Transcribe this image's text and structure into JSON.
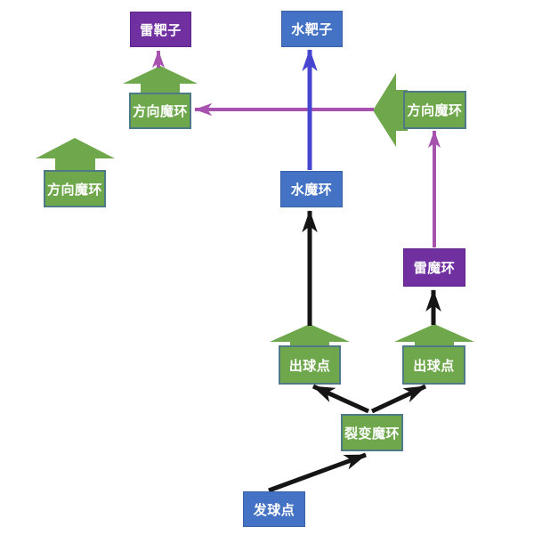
{
  "colors": {
    "canvas-bg": "#ffffff",
    "node-green": "#6fa84c",
    "node-green-border": "#4d7a86",
    "node-blue": "#4472c4",
    "node-blue-border": "#3a61a5",
    "node-purple": "#7030a0",
    "node-purple-border": "#5e2590",
    "arrow-purple": "#a852b0",
    "arrow-blue": "#4545d0",
    "arrow-black": "#151515",
    "label-text": "#ffffff"
  },
  "nodes": {
    "thunder_target": {
      "label": "雷靶子",
      "shape": "rect",
      "color": "purple"
    },
    "water_target": {
      "label": "水靶子",
      "shape": "rect",
      "color": "blue"
    },
    "direction_ring_top_left": {
      "label": "方向魔环",
      "shape": "rect-with-up-arrow",
      "color": "green"
    },
    "direction_ring_right": {
      "label": "方向魔环",
      "shape": "rect-with-left-arrow",
      "color": "green"
    },
    "direction_ring_standalone": {
      "label": "方向魔环",
      "shape": "rect-with-up-arrow",
      "color": "green"
    },
    "water_ring": {
      "label": "水魔环",
      "shape": "rect",
      "color": "blue"
    },
    "thunder_ring": {
      "label": "雷魔环",
      "shape": "rect",
      "color": "purple"
    },
    "exit_point_left": {
      "label": "出球点",
      "shape": "rect-with-up-arrow",
      "color": "green"
    },
    "exit_point_right": {
      "label": "出球点",
      "shape": "rect-with-up-arrow",
      "color": "green"
    },
    "fission_ring": {
      "label": "裂变魔环",
      "shape": "rect",
      "color": "green"
    },
    "serve_point": {
      "label": "发球点",
      "shape": "rect",
      "color": "blue"
    }
  },
  "edges": [
    {
      "from": "direction_ring_top_left",
      "to": "thunder_target",
      "color": "purple"
    },
    {
      "from": "direction_ring_right",
      "to": "direction_ring_top_left",
      "color": "purple"
    },
    {
      "from": "water_ring",
      "to": "water_target",
      "color": "blue"
    },
    {
      "from": "thunder_ring",
      "to": "direction_ring_right",
      "color": "purple"
    },
    {
      "from": "exit_point_left",
      "to": "water_ring",
      "color": "black"
    },
    {
      "from": "exit_point_right",
      "to": "thunder_ring",
      "color": "black"
    },
    {
      "from": "fission_ring",
      "to": "exit_point_left",
      "color": "black"
    },
    {
      "from": "fission_ring",
      "to": "exit_point_right",
      "color": "black"
    },
    {
      "from": "serve_point",
      "to": "fission_ring",
      "color": "black"
    }
  ]
}
